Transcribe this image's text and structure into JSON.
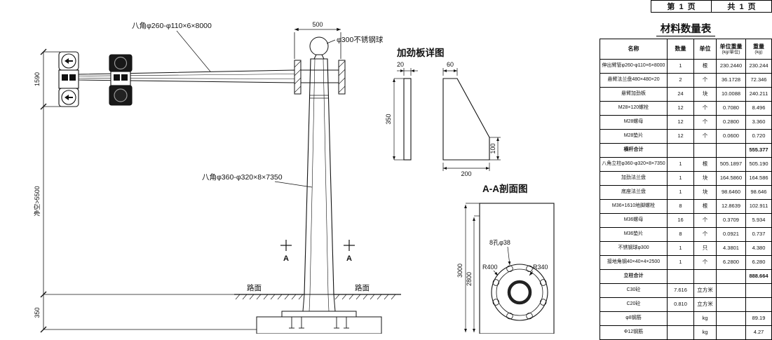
{
  "page_header": {
    "left": "第  1  页",
    "right": "共  1  页"
  },
  "materials_table": {
    "title": "材料数量表",
    "headers": {
      "name": "名称",
      "qty": "数量",
      "unit": "单位",
      "unit_weight": "单位重量",
      "unit_weight_sub": "(kg/单位)",
      "weight": "重量",
      "weight_sub": "(kg)"
    },
    "rows": [
      {
        "name": "伸出臂管φ260-φ110×6×8000",
        "qty": "1",
        "unit": "根",
        "unit_weight": "230.2440",
        "weight": "230.244"
      },
      {
        "name": "悬臂法兰盘480×480×20",
        "qty": "2",
        "unit": "个",
        "unit_weight": "36.1728",
        "weight": "72.346"
      },
      {
        "name": "悬臂加劲板",
        "qty": "24",
        "unit": "块",
        "unit_weight": "10.0088",
        "weight": "240.211"
      },
      {
        "name": "M28×120螺栓",
        "qty": "12",
        "unit": "个",
        "unit_weight": "0.7080",
        "weight": "8.496"
      },
      {
        "name": "M28螺母",
        "qty": "12",
        "unit": "个",
        "unit_weight": "0.2800",
        "weight": "3.360"
      },
      {
        "name": "M28垫片",
        "qty": "12",
        "unit": "个",
        "unit_weight": "0.0600",
        "weight": "0.720"
      },
      {
        "name": "横杆合计",
        "qty": "",
        "unit": "",
        "unit_weight": "",
        "weight": "555.377",
        "type": "total"
      },
      {
        "name": "八角立柱φ360-φ320×8×7350",
        "qty": "1",
        "unit": "根",
        "unit_weight": "505.1897",
        "weight": "505.190"
      },
      {
        "name": "加劲法兰盘",
        "qty": "1",
        "unit": "块",
        "unit_weight": "164.5860",
        "weight": "164.586"
      },
      {
        "name": "底座法兰盘",
        "qty": "1",
        "unit": "块",
        "unit_weight": "98.6460",
        "weight": "98.646"
      },
      {
        "name": "M36×1610地脚螺栓",
        "qty": "8",
        "unit": "根",
        "unit_weight": "12.8639",
        "weight": "102.911"
      },
      {
        "name": "M36螺母",
        "qty": "16",
        "unit": "个",
        "unit_weight": "0.3709",
        "weight": "5.934"
      },
      {
        "name": "M36垫片",
        "qty": "8",
        "unit": "个",
        "unit_weight": "0.0921",
        "weight": "0.737"
      },
      {
        "name": "不锈钢球φ300",
        "qty": "1",
        "unit": "只",
        "unit_weight": "4.3801",
        "weight": "4.380"
      },
      {
        "name": "接地角钢40×40×4×2500",
        "qty": "1",
        "unit": "个",
        "unit_weight": "6.2800",
        "weight": "6.280"
      },
      {
        "name": "立柱合计",
        "qty": "",
        "unit": "",
        "unit_weight": "",
        "weight": "888.664",
        "type": "total"
      },
      {
        "name": "C30砼",
        "qty": "7.616",
        "unit": "立方米",
        "unit_weight": "",
        "weight": ""
      },
      {
        "name": "C20砼",
        "qty": "0.810",
        "unit": "立方米",
        "unit_weight": "",
        "weight": ""
      },
      {
        "name": "φ8钢筋",
        "qty": "",
        "unit": "kg",
        "unit_weight": "",
        "weight": "89.19"
      },
      {
        "name": "Φ12钢筋",
        "qty": "",
        "unit": "kg",
        "unit_weight": "",
        "weight": "4.27"
      }
    ]
  },
  "drawing": {
    "labels": {
      "arm_spec": "八角φ260-φ110×6×8000",
      "pole_spec": "八角φ360-φ320×8×7350",
      "ball_spec": "φ300不锈钢球",
      "road": "路面",
      "section_letter": "A"
    },
    "dims": {
      "d500": "500",
      "d1590": "1590",
      "clearance": "净空>5500",
      "d350_found": "350"
    },
    "stiffener": {
      "title": "加劲板详图",
      "d20": "20",
      "d60": "60",
      "d350": "350",
      "d100": "100",
      "d200": "200"
    },
    "section": {
      "title": "A-A剖面图",
      "holes_label": "8孔φ38",
      "r400": "R400",
      "r340": "R340",
      "d3000": "3000",
      "d2800": "2800"
    }
  }
}
